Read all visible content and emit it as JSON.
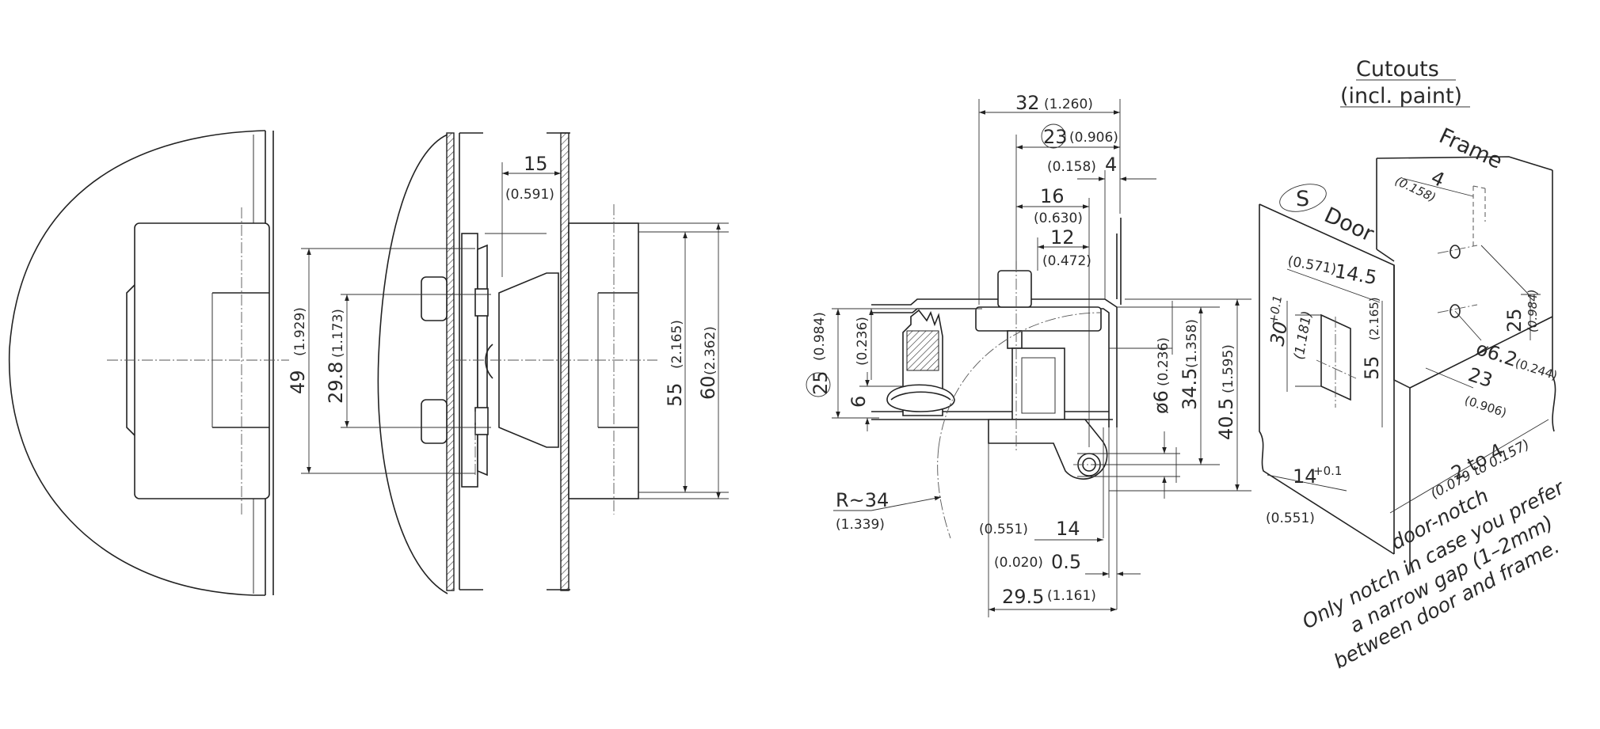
{
  "dims": {
    "d15": "15",
    "d15i": "(0.591)",
    "d49": "49",
    "d49i": "(1.929)",
    "d298": "29.8",
    "d298i": "(1.173)",
    "d55": "55",
    "d55i": "(2.165)",
    "d60": "60",
    "d60i": "(2.362)",
    "d32": "32",
    "d32i": "(1.260)",
    "d23": "23",
    "d23i": "(0.906)",
    "d4i": "(0.158)",
    "d4": "4",
    "d16": "16",
    "d16i": "(0.630)",
    "d12": "12",
    "d12i": "(0.472)",
    "d25": "25",
    "d25i": "(0.984)",
    "d236i": "(0.236)",
    "d6": "6",
    "dphi6": "ø6",
    "dphi6i": "(0.236)",
    "d345": "34.5",
    "d345i": "(1.358)",
    "d405": "40.5",
    "d405i": "(1.595)",
    "dR": "R~34",
    "dRi": "(1.339)",
    "d14i": "(0.551)",
    "d14": "14",
    "d05i": "(0.020)",
    "d05": "0.5",
    "d295": "29.5",
    "d295i": "(1.161)"
  },
  "cutouts": {
    "title1": "Cutouts",
    "title2": "(incl. paint)",
    "frame": "Frame",
    "door": "Door",
    "s": "S",
    "c4": "4",
    "c4i": "(0.158)",
    "c145": "14.5",
    "c145i": "(0.571)",
    "c30": "30",
    "c30tol": "+0.1",
    "c30i": "(1.181)",
    "c55": "55",
    "c55i": "(2.165)",
    "c25": "25",
    "c25i": "(0.984)",
    "c62": "ø6.2",
    "c62i": "(0.244)",
    "c23": "23",
    "c23i": "(0.906)",
    "c14": "14",
    "c14tol": "+0.1",
    "c14i": "(0.551)",
    "c2to4": "2 to 4",
    "c2to4i": "(0.079 to 0.157)",
    "notch": "door-notch",
    "note1": "Only notch in case you prefer",
    "note2": "a narrow gap (1–2mm)",
    "note3": "between door and frame."
  }
}
